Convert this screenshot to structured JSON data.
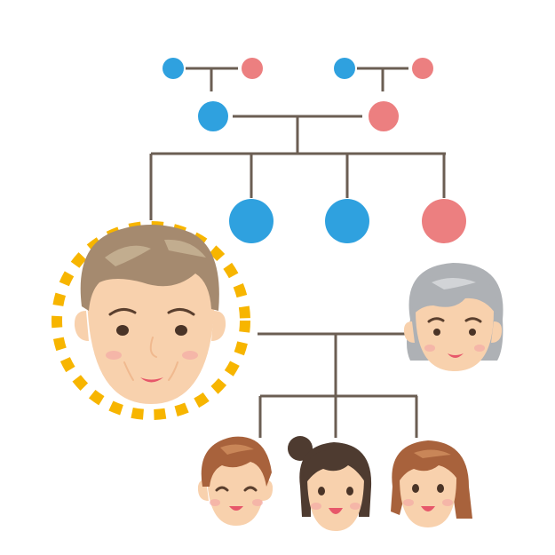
{
  "diagram": {
    "type": "family-tree",
    "colors": {
      "background": "#ffffff",
      "line": "#6b5e53",
      "male": "#2fa1df",
      "female": "#ec7f80",
      "highlight_ring": "#f7b500",
      "skin": "#f8d1ad",
      "skin_shadow": "#f0b98f",
      "cheek": "#f3a3a5",
      "mouth": "#e7576a",
      "grandpa_hair": "#a58a6f",
      "grandpa_hair_light": "#c2ad8f",
      "grandma_hair": "#aeb1b5",
      "grandma_hair_light": "#d2d4d7",
      "child_hair": "#a8623c",
      "child_hair_light": "#c98658",
      "girl_hair": "#4e3b30"
    },
    "generations": [
      {
        "level": "great-grandparents",
        "people": [
          {
            "id": "ggf-1",
            "sex": "male"
          },
          {
            "id": "ggm-1",
            "sex": "female"
          },
          {
            "id": "ggf-2",
            "sex": "male"
          },
          {
            "id": "ggm-2",
            "sex": "female"
          }
        ]
      },
      {
        "level": "grandparents",
        "people": [
          {
            "id": "gf",
            "sex": "male"
          },
          {
            "id": "gm",
            "sex": "female"
          }
        ]
      },
      {
        "level": "parents-generation",
        "people": [
          {
            "id": "focus-grandfather",
            "sex": "male",
            "highlighted": true,
            "hair": "gray-brown"
          },
          {
            "id": "sibling-1",
            "sex": "male"
          },
          {
            "id": "sibling-2",
            "sex": "male"
          },
          {
            "id": "sibling-3",
            "sex": "female"
          },
          {
            "id": "spouse-grandmother",
            "sex": "female",
            "hair": "gray"
          }
        ]
      },
      {
        "level": "children",
        "people": [
          {
            "id": "child-boy",
            "sex": "male",
            "expression": "smiling"
          },
          {
            "id": "child-girl-bun",
            "sex": "female",
            "expression": "laughing"
          },
          {
            "id": "child-girl",
            "sex": "female",
            "expression": "smiling"
          }
        ]
      }
    ]
  }
}
